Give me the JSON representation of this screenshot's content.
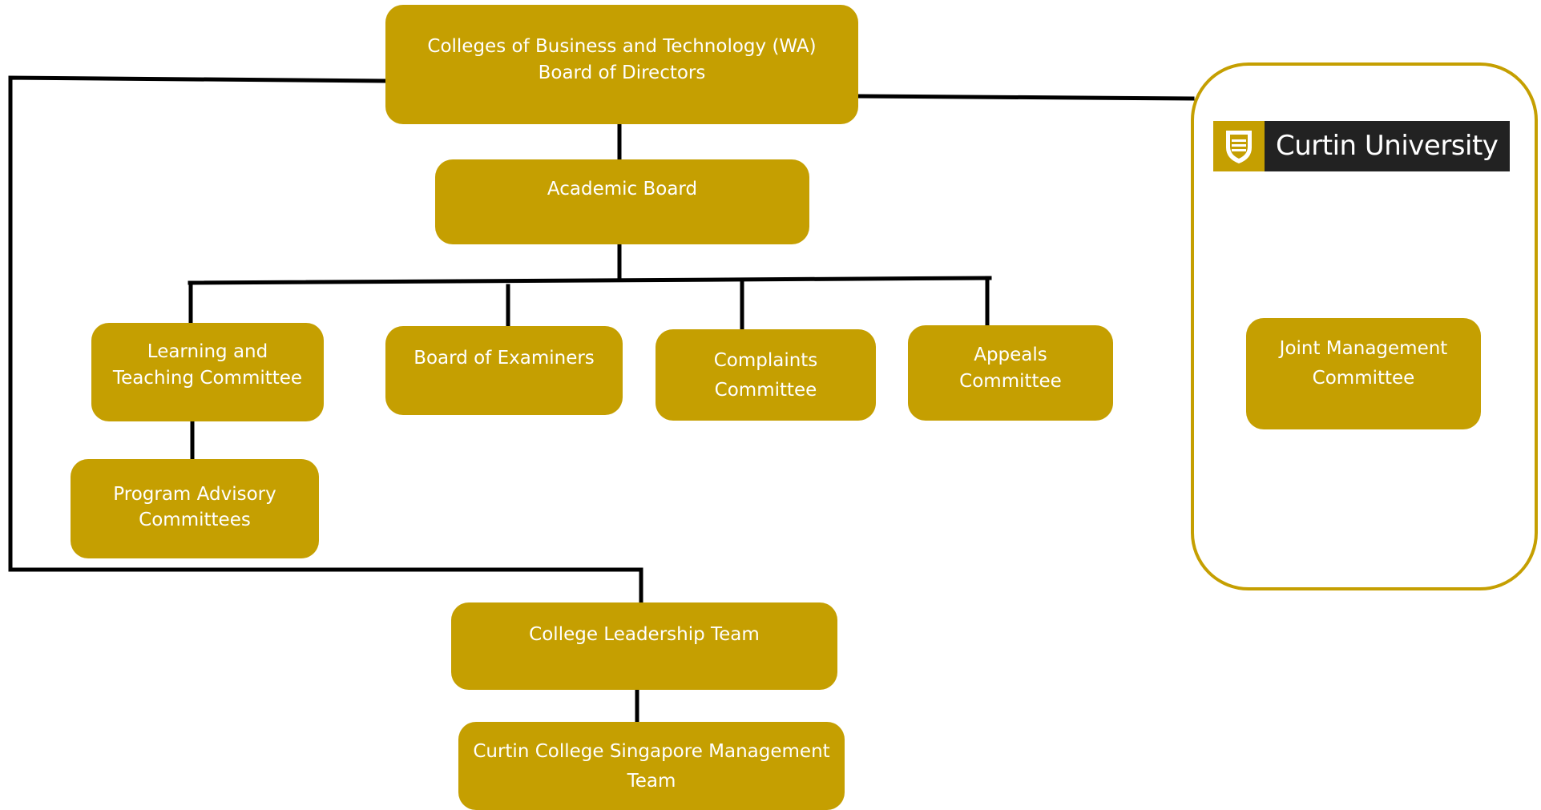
{
  "colors": {
    "box_fill": "#c59f01",
    "box_text": "#ffffff",
    "connector": "#000000",
    "logo_background": "#222222"
  },
  "nodes": {
    "board_of_directors": {
      "lines": [
        "Colleges of Business and Technology (WA)",
        "Board of Directors"
      ]
    },
    "academic_board": {
      "lines": [
        "Academic Board"
      ]
    },
    "learning_teaching": {
      "lines": [
        "Learning and",
        "Teaching Committee"
      ]
    },
    "board_of_examiners": {
      "lines": [
        "Board of Examiners"
      ]
    },
    "complaints": {
      "lines": [
        "Complaints",
        "Committee"
      ]
    },
    "appeals": {
      "lines": [
        "Appeals",
        "Committee"
      ]
    },
    "program_advisory": {
      "lines": [
        "Program Advisory",
        "Committees"
      ]
    },
    "college_leadership": {
      "lines": [
        "College Leadership Team"
      ]
    },
    "singapore_management": {
      "lines": [
        "Curtin College Singapore Management",
        "Team"
      ]
    },
    "joint_management": {
      "lines": [
        "Joint Management",
        "Committee"
      ]
    }
  },
  "curtin_logo": {
    "text": "Curtin University",
    "icon": "curtin-crest-icon"
  },
  "edges": [
    {
      "from": "board_of_directors",
      "to": "academic_board"
    },
    {
      "from": "academic_board",
      "to": "learning_teaching"
    },
    {
      "from": "academic_board",
      "to": "board_of_examiners"
    },
    {
      "from": "academic_board",
      "to": "complaints"
    },
    {
      "from": "academic_board",
      "to": "appeals"
    },
    {
      "from": "learning_teaching",
      "to": "program_advisory"
    },
    {
      "from": "board_of_directors",
      "to": "college_leadership"
    },
    {
      "from": "college_leadership",
      "to": "singapore_management"
    },
    {
      "from": "board_of_directors",
      "to": "joint_management"
    }
  ]
}
